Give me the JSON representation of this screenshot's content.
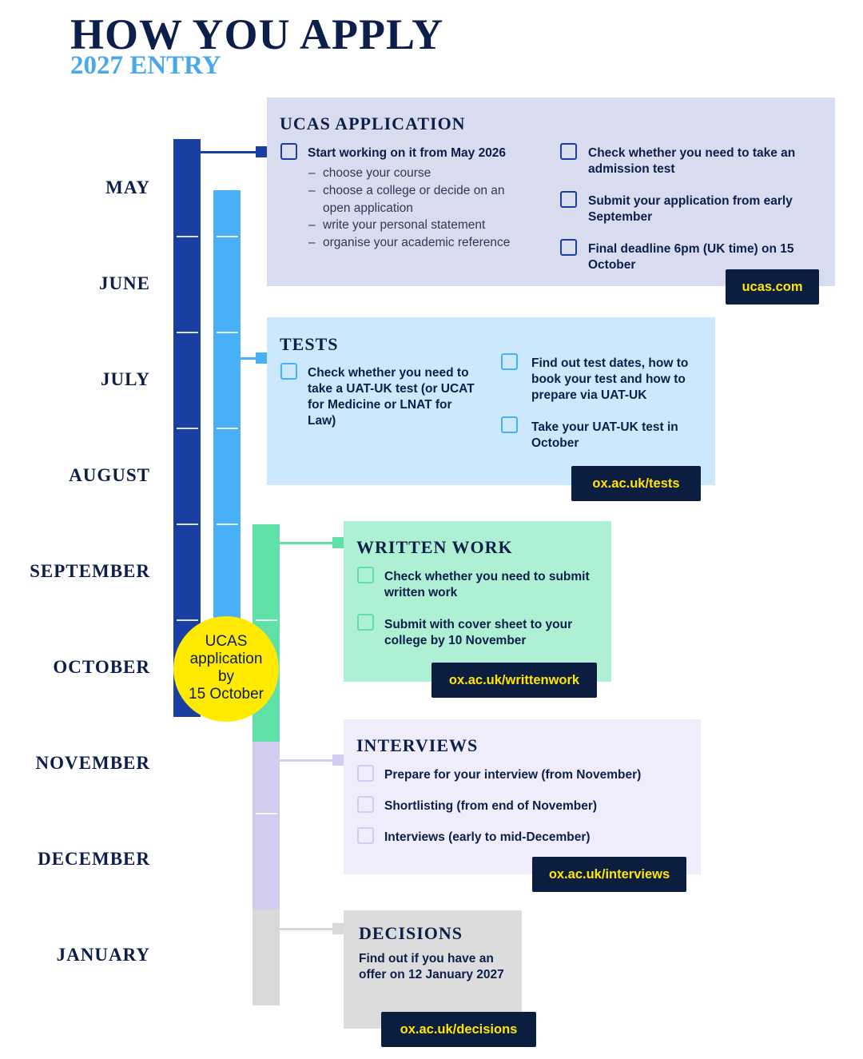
{
  "header": {
    "title": "HOW YOU APPLY",
    "subtitle": "2027 ENTRY"
  },
  "months": [
    "MAY",
    "JUNE",
    "JULY",
    "AUGUST",
    "SEPTEMBER",
    "OCTOBER",
    "NOVEMBER",
    "DECEMBER",
    "JANUARY"
  ],
  "colors": {
    "navy": "#1a3fa3",
    "sky": "#48b0f7",
    "mint": "#5fe0a6",
    "lavender": "#d2ccf1",
    "grey": "#d9d9d9",
    "badge": "#ffea00",
    "link_bg": "#0c1e40",
    "link_text": "#ffe500"
  },
  "ucas": {
    "title": "UCAS APPLICATION",
    "item1": "Start working on it from May 2026",
    "subitems": [
      "choose your course",
      "choose a college or decide on an open application",
      "write your personal statement",
      "organise your academic reference"
    ],
    "item2": "Check whether you need to take an admission test",
    "item3": "Submit your application from early September",
    "item4": "Final deadline 6pm (UK time) on 15 October",
    "link": "ucas.com"
  },
  "tests": {
    "title": "TESTS",
    "item1": "Check whether you need to take a UAT-UK test (or UCAT for Medicine or LNAT for Law)",
    "item2": "Find out test dates, how to book your test and how to prepare via UAT-UK",
    "item3": "Take your UAT-UK test in October",
    "link": "ox.ac.uk/tests"
  },
  "written": {
    "title": "WRITTEN WORK",
    "item1": "Check whether you need to submit written work",
    "item2": "Submit with cover sheet to your college by 10 November",
    "link": "ox.ac.uk/writtenwork"
  },
  "interviews": {
    "title": "INTERVIEWS",
    "item1": "Prepare for your interview (from November)",
    "item2": "Shortlisting (from end of November)",
    "item3": "Interviews (early to mid-December)",
    "link": "ox.ac.uk/interviews"
  },
  "decisions": {
    "title": "DECISIONS",
    "text": "Find out if you have an offer on 12 January 2027",
    "link": "ox.ac.uk/decisions"
  },
  "badge": {
    "lines": [
      "UCAS",
      "application",
      "by",
      "15 October"
    ]
  }
}
